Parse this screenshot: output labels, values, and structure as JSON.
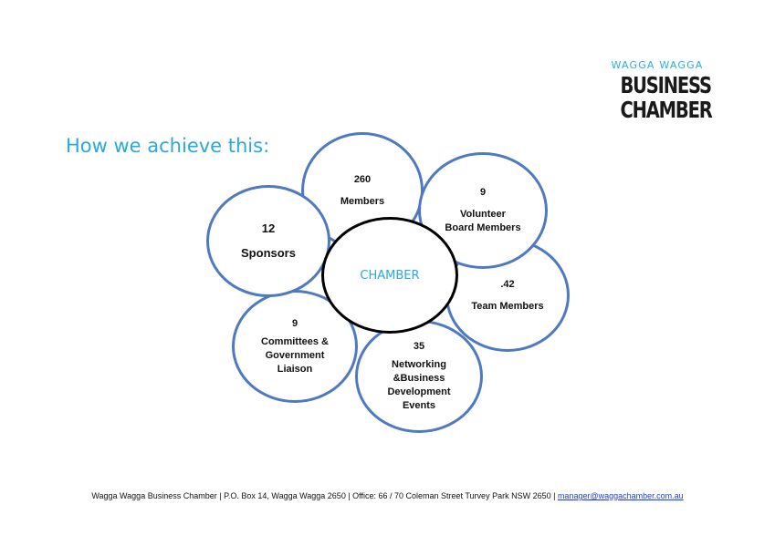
{
  "logo": {
    "top_line": "WAGGA WAGGA",
    "line1": "BUSINESS",
    "line2": "CHAMBER"
  },
  "heading": "How we achieve this:",
  "center_label": "CHAMBER",
  "circles": {
    "members": {
      "number": "260",
      "label": "Members"
    },
    "volunteer": {
      "number": "9",
      "label": "Volunteer\nBoard Members"
    },
    "team": {
      "number": ".42",
      "label": "Team Members"
    },
    "networking": {
      "number": "35",
      "label": "Networking\n&Business\nDevelopment\nEvents"
    },
    "committees": {
      "number": "9",
      "label": "Committees &\nGovernment\nLiaison"
    },
    "sponsors": {
      "number": "12",
      "label": "Sponsors"
    }
  },
  "footer": {
    "text": "Wagga Wagga Business Chamber | P.O. Box 14, Wagga Wagga 2650 | Office: 66 / 70 Coleman Street Turvey Park NSW 2650 | ",
    "email": "manager@waggachamber.com.au"
  },
  "colors": {
    "accent": "#29a9df",
    "circle_border": "#4f79c0",
    "center_border": "#000000",
    "link": "#1f3fd1"
  }
}
